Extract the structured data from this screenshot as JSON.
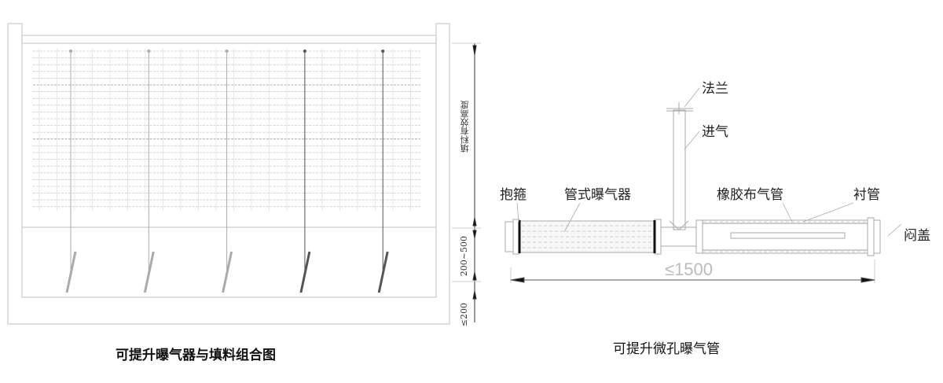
{
  "left_figure": {
    "caption": "可提升曝气器与填料组合图",
    "dim_packing_height": "填料有效高度",
    "dim_gap": "200~500",
    "dim_bottom": "≤200",
    "lift_pipes": 5
  },
  "right_figure": {
    "caption": "可提升微孔曝气管",
    "labels": {
      "flange": "法兰",
      "air_inlet": "进气",
      "clamp": "抱箍",
      "tube_diffuser": "管式曝气器",
      "rubber_membrane": "橡胶布气管",
      "liner_pipe": "衬管",
      "end_cap": "闷盖"
    },
    "length_dim": "≤1500"
  }
}
